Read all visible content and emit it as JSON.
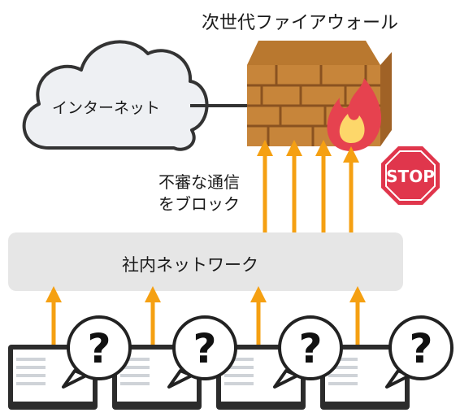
{
  "firewall": {
    "title": "次世代ファイアウォール",
    "icon": "brick-wall-fire-icon"
  },
  "internet": {
    "label": "インターネット",
    "icon": "cloud-icon"
  },
  "blocking": {
    "line1": "不審な通信",
    "line2": "をブロック"
  },
  "stop_sign": {
    "text": "STOP",
    "color": "#e0364c"
  },
  "network": {
    "label": "社内ネットワーク"
  },
  "clients": {
    "question_mark": "?",
    "items": [
      {
        "icon": "monitor-icon"
      },
      {
        "icon": "monitor-icon"
      },
      {
        "icon": "monitor-icon"
      },
      {
        "icon": "monitor-icon"
      }
    ]
  },
  "colors": {
    "arrow": "#f5a012",
    "brick": "#c7853a",
    "network_bar": "#e6e6e6"
  }
}
